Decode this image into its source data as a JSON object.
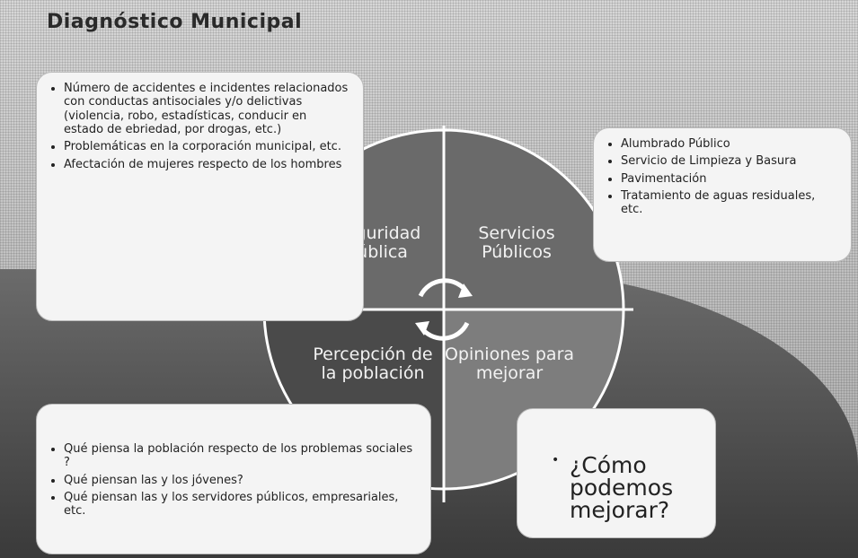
{
  "title": "Diagnóstico Municipal",
  "quadrants": {
    "tl": "Seguridad Pública",
    "tr": "Servicios Públicos",
    "bl": "Percepción de la población",
    "br": "Opiniones para mejorar"
  },
  "boxes": {
    "top_left": [
      "Número de accidentes e incidentes relacionados con conductas antisociales y/o delictivas (violencia, robo, estadísticas, conducir en estado de ebriedad, por drogas, etc.)",
      "Problemáticas en la corporación municipal, etc.",
      "Afectación de mujeres respecto de los hombres"
    ],
    "top_right": [
      "Alumbrado Público",
      "Servicio de Limpieza y Basura",
      "Pavimentación",
      "Tratamiento de aguas residuales, etc."
    ],
    "bottom_left": [
      "Qué piensa la población respecto de los problemas sociales ?",
      "Qué piensan las y los jóvenes?",
      "Qué piensan las y los servidores públicos, empresariales, etc."
    ],
    "bottom_right": "¿Cómo podemos mejorar?"
  },
  "colors": {
    "circle_dark": "#4a4a4a",
    "circle_mid": "#6a6a6a",
    "circle_light": "#7d7d7d",
    "box_fill": "#f4f4f4"
  }
}
